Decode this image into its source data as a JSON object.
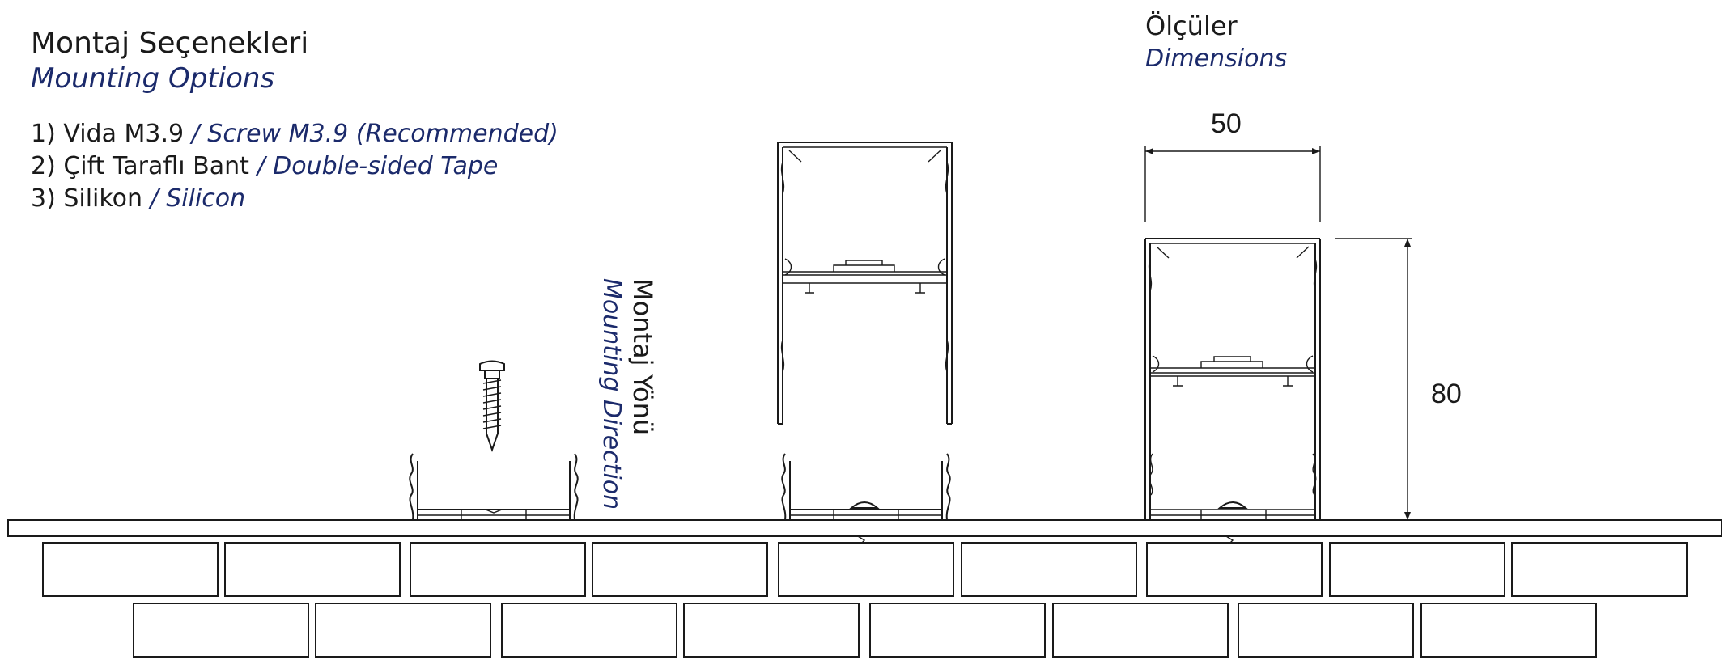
{
  "mounting": {
    "title_tr": "Montaj Seçenekleri",
    "title_en": "Mounting Options",
    "options": [
      {
        "tr": "1) Vida M3.9",
        "en": " / Screw M3.9 (Recommended)"
      },
      {
        "tr": "2) Çift Taraflı Bant",
        "en": " / Double-sided Tape"
      },
      {
        "tr": "3) Silikon",
        "en": " / Silicon"
      }
    ]
  },
  "direction": {
    "tr": "Montaj Yönü",
    "en": "Mounting Direction"
  },
  "dimensions": {
    "title_tr": "Ölçüler",
    "title_en": "Dimensions",
    "width": "50",
    "height": "80"
  },
  "colors": {
    "accent": "#1b2a6b",
    "line": "#1a1a1a"
  }
}
